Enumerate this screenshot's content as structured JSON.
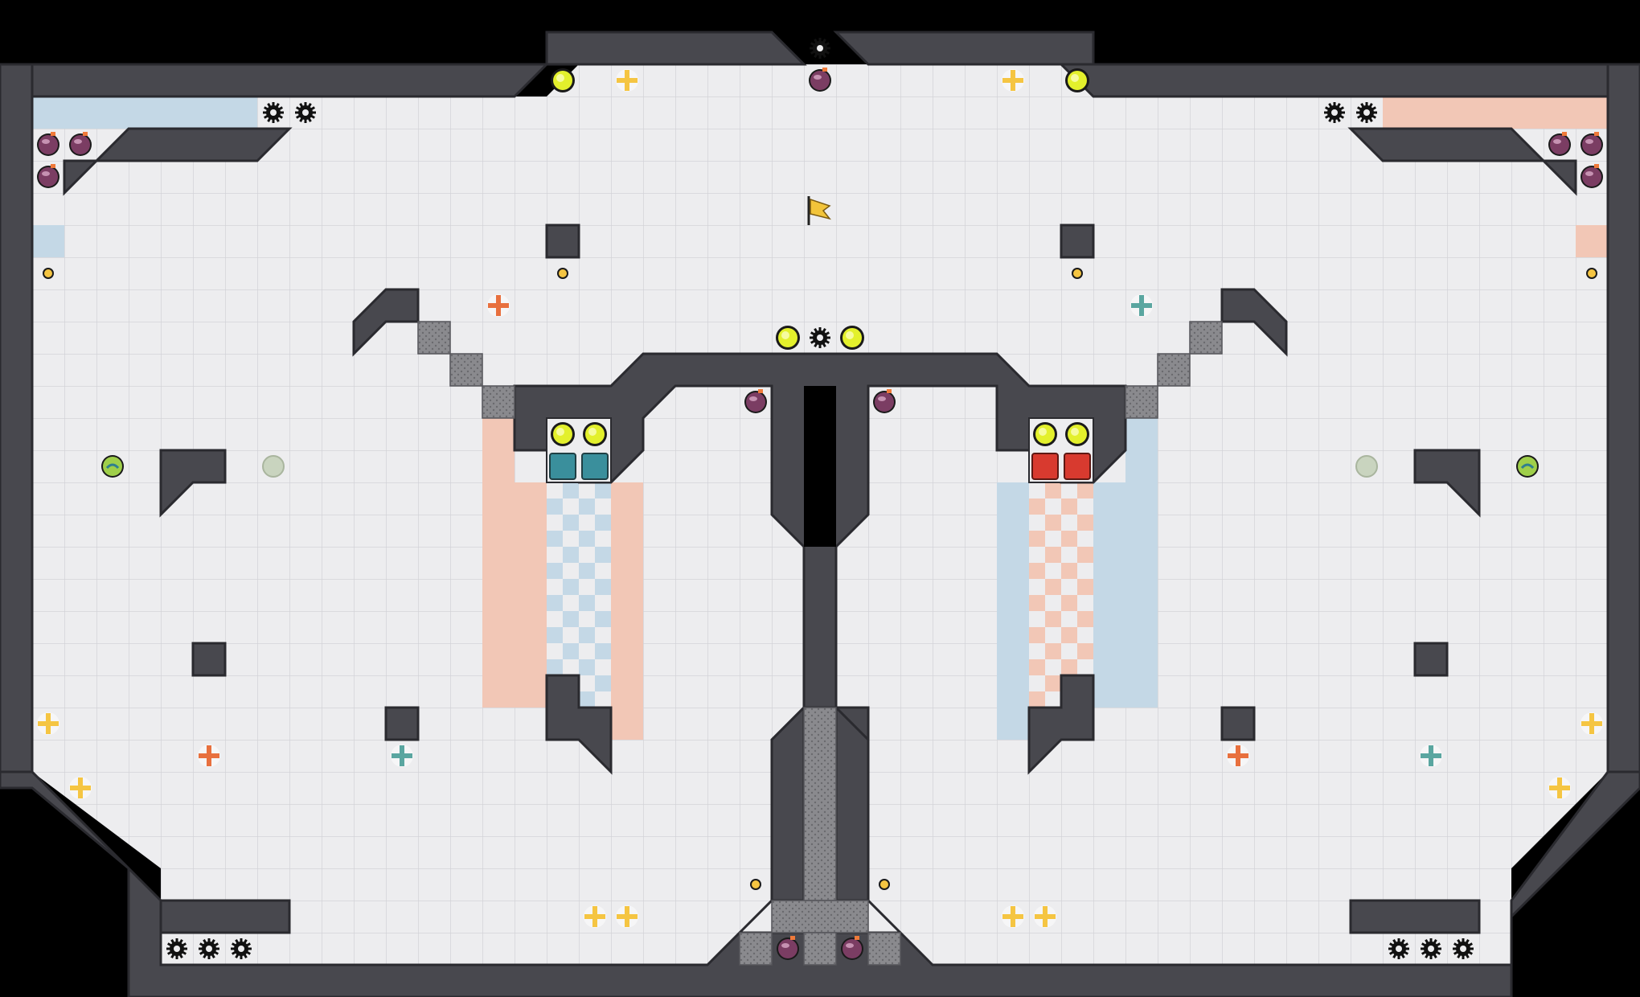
{
  "map": {
    "title": "",
    "floor_color": "#ededef",
    "grid_color": "#d5d5da",
    "wall_color": "#48484e",
    "wall_edge_color": "#2a2a2f",
    "void_color": "#000000",
    "red_team_tile": "#f2c7b6",
    "blue_team_tile": "#c4d8e6",
    "tile_size": 40
  },
  "legend": {
    "spike": "spike-icon",
    "boost_neutral": "boost-icon",
    "boost_red": "red-boost-icon",
    "boost_blue": "blue-boost-icon",
    "bomb": "bomb-icon",
    "button": "button-icon",
    "powerup": "powerup-icon",
    "flag": "yellow-flag-icon",
    "gate": "gate-icon",
    "red_endzone": "red-endzone-icon",
    "blue_endzone": "blue-endzone-icon"
  },
  "counts": {
    "red_endzone_tiles": 2,
    "blue_endzone_tiles": 2,
    "flags": 1
  },
  "colors": {
    "bomb": "#7b3d63",
    "boost_neutral": "#f5c542",
    "boost_red": "#e8703e",
    "boost_blue": "#5aa6a0",
    "button": "#e3f02c",
    "flag": "#f2c43a",
    "red_endzone": "#d83a2f",
    "blue_endzone": "#3a8f9c"
  }
}
